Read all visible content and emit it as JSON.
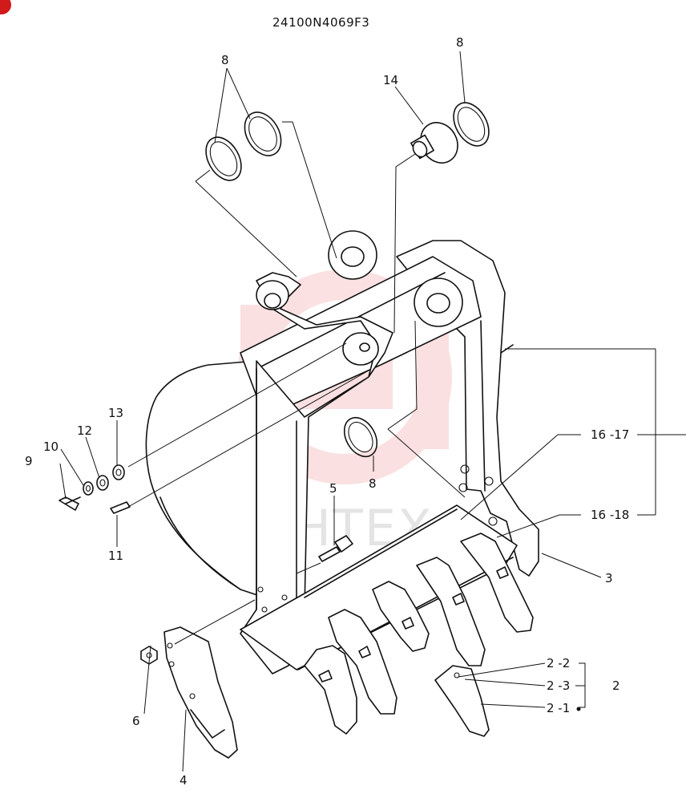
{
  "title": "24100N4069F3",
  "watermark": {
    "text": "ИНТЕХ",
    "color": "#f3a8a8"
  },
  "corner_marker_color": "#d11a1a",
  "labels": {
    "p8a": "8",
    "p8b": "8",
    "p8c": "8",
    "p14": "14",
    "p16_17": "16 -17",
    "p16_18": "16 -18",
    "p3": "3",
    "p9": "9",
    "p10": "10",
    "p12": "12",
    "p13": "13",
    "p11": "11",
    "p5": "5",
    "p6": "6",
    "p4": "4",
    "p2_2": "2 -2",
    "p2_3": "2 -3",
    "p2_1": "2 -1",
    "p2": "2"
  }
}
